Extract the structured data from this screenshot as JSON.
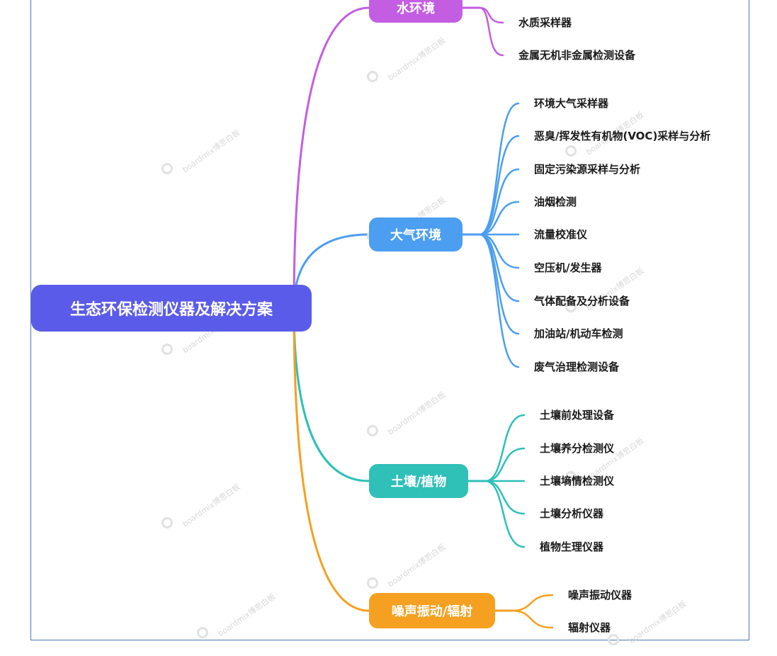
{
  "root": {
    "label": "生态环保检测仪器及解决方案"
  },
  "branches": [
    {
      "label": "水环境",
      "color": "#c35ee3",
      "items": [
        "水质采样器",
        "金属无机非金属检测设备"
      ]
    },
    {
      "label": "大气环境",
      "color": "#4b9ef0",
      "items": [
        "环境大气采样器",
        "恶臭/挥发性有机物(VOC)采样与分析",
        "固定污染源采样与分析",
        "油烟检测",
        "流量校准仪",
        "空压机/发生器",
        "气体配备及分析设备",
        "加油站/机动车检测",
        "废气治理检测设备"
      ]
    },
    {
      "label": "土壤/植物",
      "color": "#2fc0b8",
      "items": [
        "土壤前处理设备",
        "土壤养分检测仪",
        "土壤墒情检测仪",
        "土壤分析仪器",
        "植物生理仪器"
      ]
    },
    {
      "label": "噪声振动/辐射",
      "color": "#f5a020",
      "items": [
        "噪声振动仪器",
        "辐射仪器"
      ]
    }
  ],
  "watermark": {
    "text": "boardmix博思白板"
  }
}
